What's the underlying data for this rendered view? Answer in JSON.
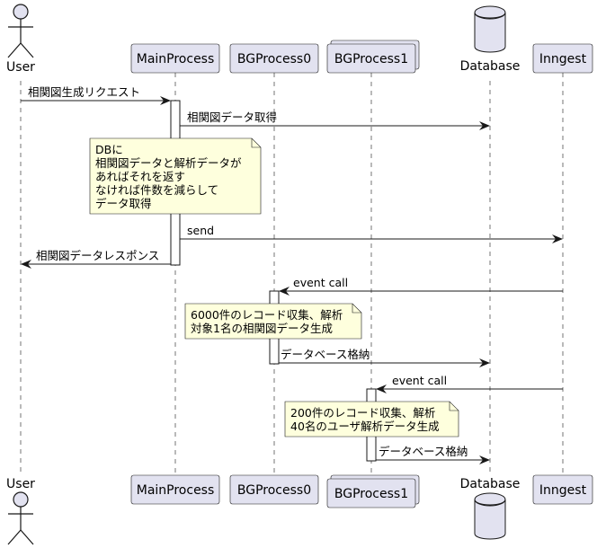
{
  "colors": {
    "participant_fill": "#E2E2F0",
    "participant_stroke": "#181818",
    "note_fill": "#FEFFDD",
    "lifeline": "#181818",
    "arrow": "#181818",
    "background": "#FFFFFF"
  },
  "participants": [
    {
      "id": "user",
      "label": "User",
      "kind": "actor",
      "icon": "actor-icon"
    },
    {
      "id": "main",
      "label": "MainProcess",
      "kind": "participant"
    },
    {
      "id": "bg0",
      "label": "BGProcess0",
      "kind": "participant"
    },
    {
      "id": "bg1",
      "label": "BGProcess1",
      "kind": "collections"
    },
    {
      "id": "db",
      "label": "Database",
      "kind": "database",
      "icon": "database-icon"
    },
    {
      "id": "inngest",
      "label": "Inngest",
      "kind": "participant"
    }
  ],
  "messages": [
    {
      "from": "user",
      "to": "main",
      "label": "相関図生成リクエスト",
      "type": "sync"
    },
    {
      "from": "main",
      "to": "db",
      "label": "相関図データ取得",
      "type": "sync"
    },
    {
      "from": "main",
      "to": "inngest",
      "label": "send",
      "type": "sync"
    },
    {
      "from": "main",
      "to": "user",
      "label": "相関図データレスポンス",
      "type": "sync"
    },
    {
      "from": "inngest",
      "to": "bg0",
      "label": "event call",
      "type": "sync"
    },
    {
      "from": "bg0",
      "to": "db",
      "label": "データベース格納",
      "type": "sync"
    },
    {
      "from": "inngest",
      "to": "bg1",
      "label": "event call",
      "type": "sync"
    },
    {
      "from": "bg1",
      "to": "db",
      "label": "データベース格納",
      "type": "sync"
    }
  ],
  "notes": [
    {
      "over": "main",
      "lines": [
        "DBに",
        "相関図データと解析データが",
        "あればそれを返す",
        "なければ件数を減らして",
        "データ取得"
      ]
    },
    {
      "over": "bg0",
      "lines": [
        "6000件のレコード収集、解析",
        "対象1名の相関図データ生成"
      ]
    },
    {
      "over": "bg1",
      "lines": [
        "200件のレコード収集、解析",
        "40名のユーザ解析データ生成"
      ]
    }
  ]
}
